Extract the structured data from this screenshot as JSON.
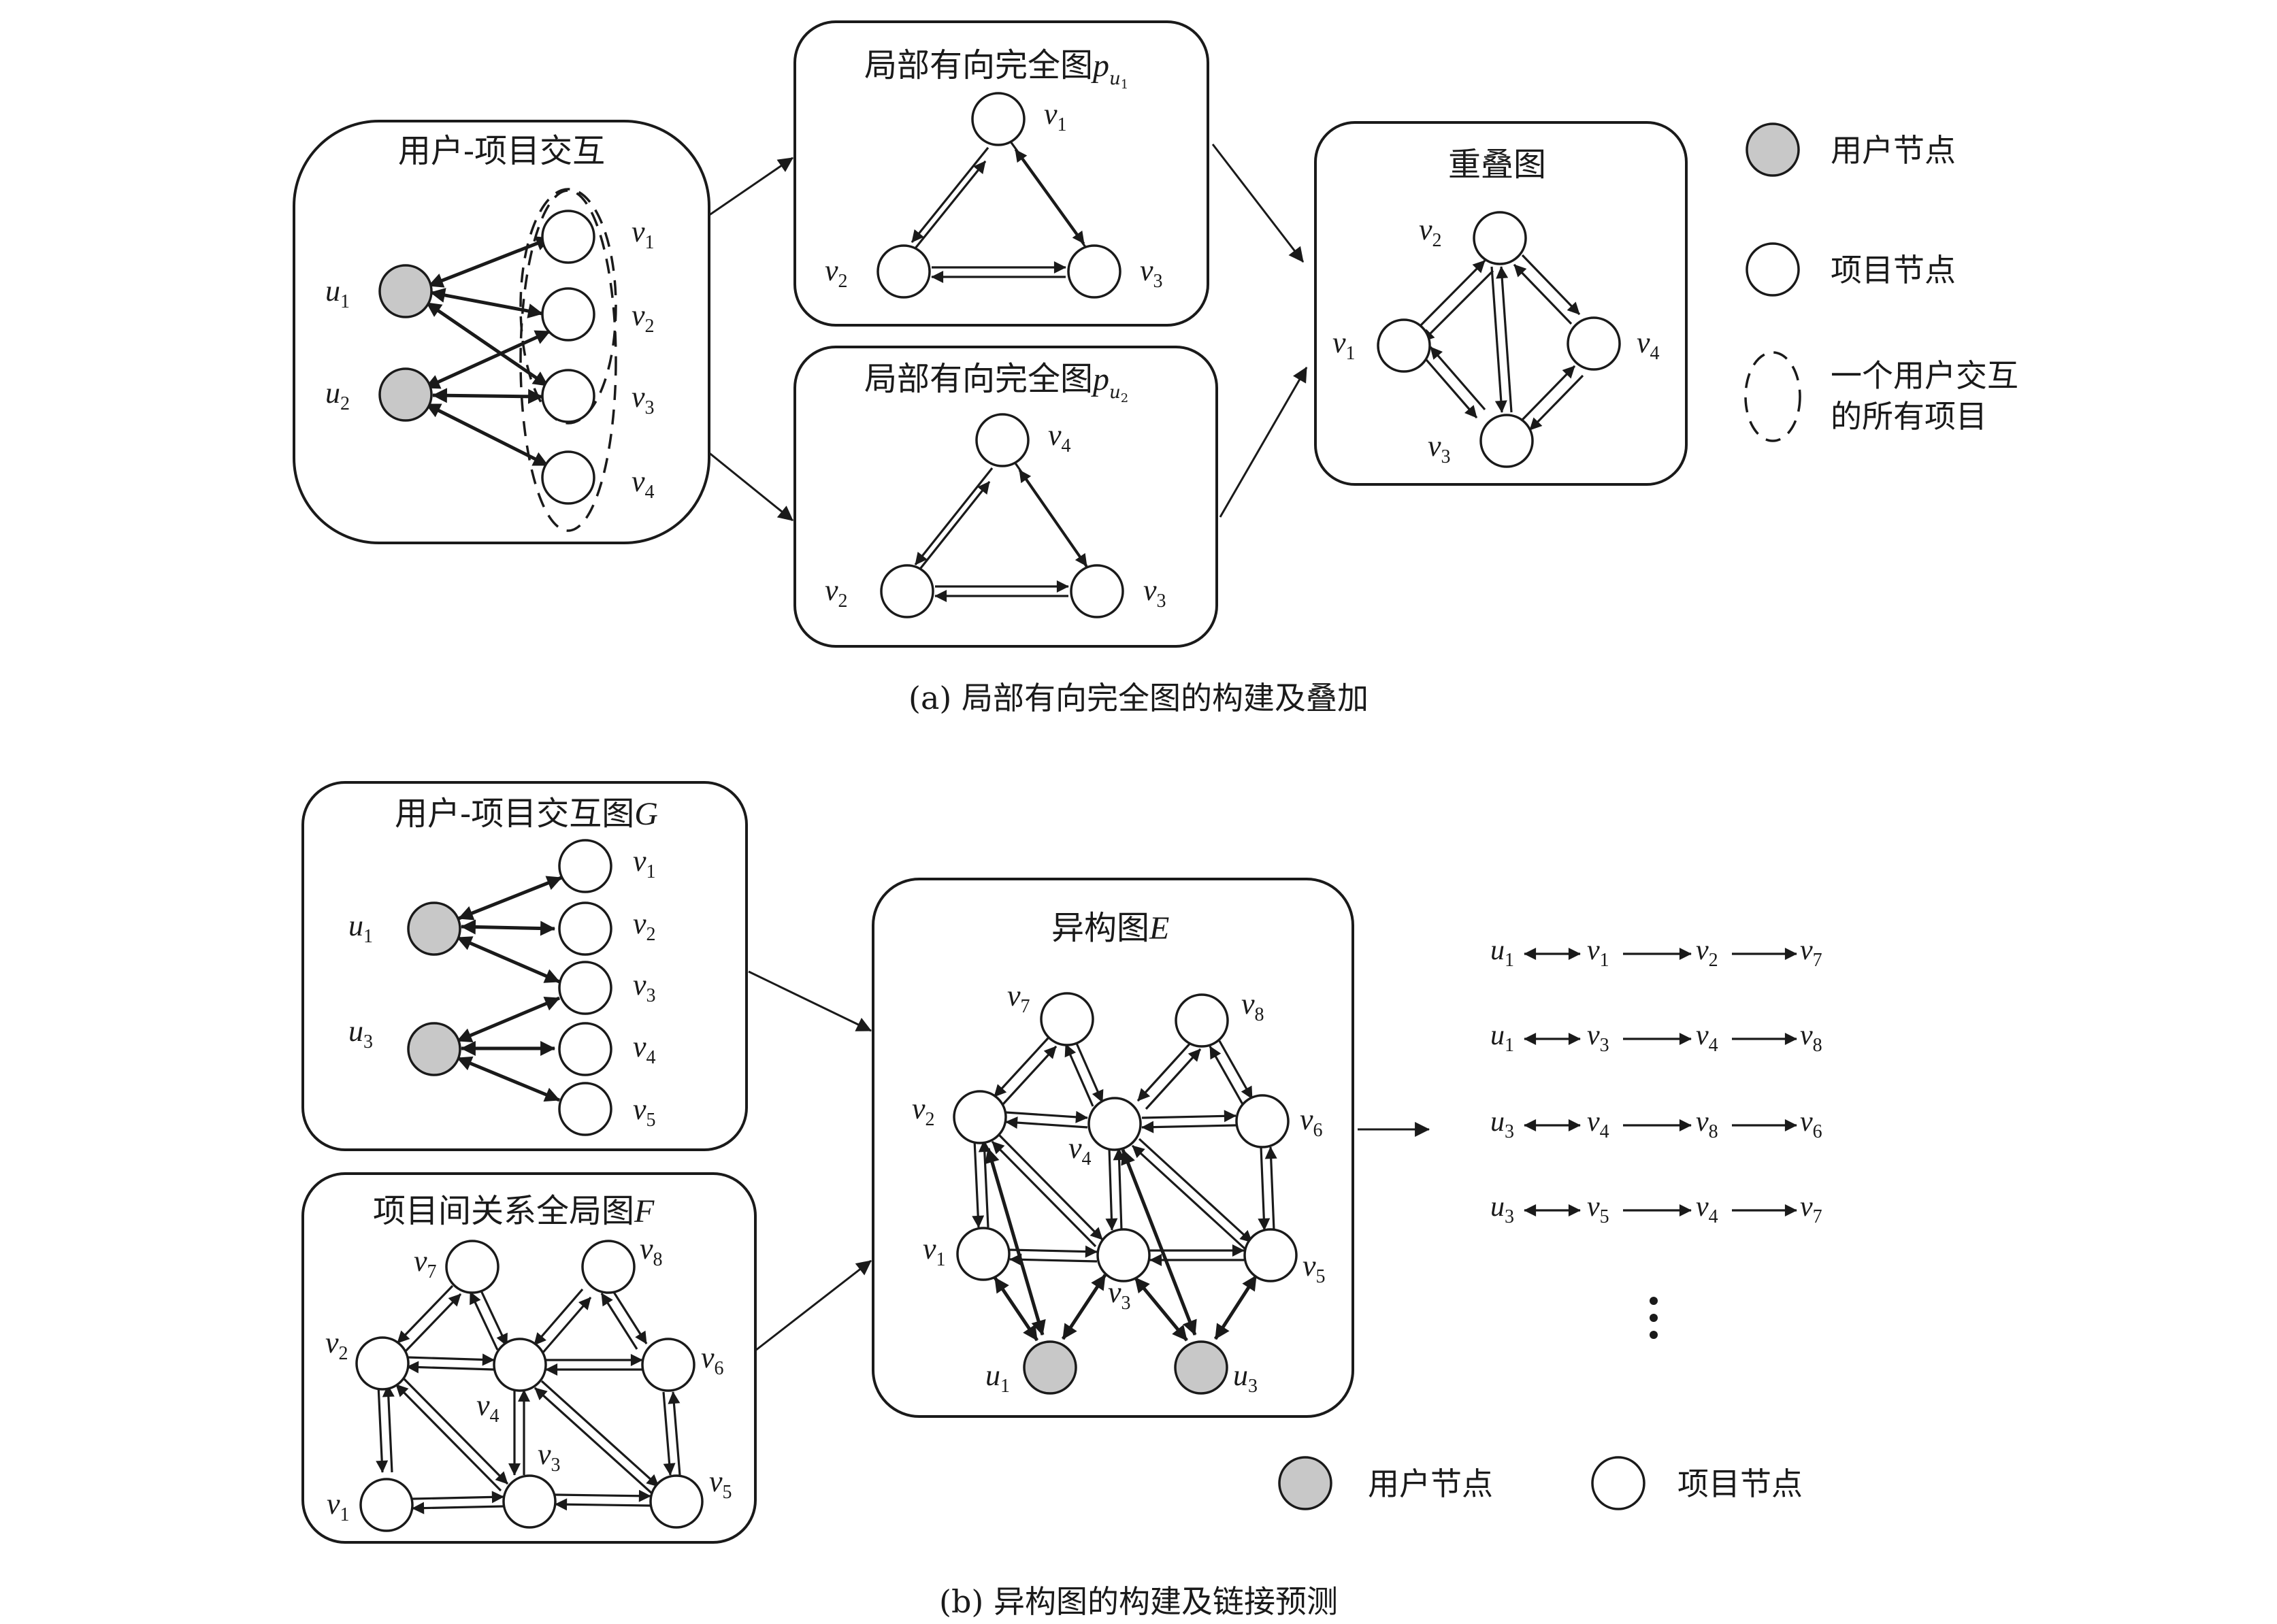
{
  "colors": {
    "user_node": "#c8c8c8",
    "item_node": "#ffffff",
    "ink": "#1a1a1a"
  },
  "part_a": {
    "interaction_title": "用户-项目交互",
    "local_graph_title": "局部有向完全图",
    "local_graph_symbol": "p",
    "local_graph_subscripts": [
      "u1",
      "u2"
    ],
    "overlap_title": "重叠图",
    "legend": {
      "user_node": "用户节点",
      "item_node": "项目节点",
      "oval_line1": "一个用户交互",
      "oval_line2": "的所有项目"
    },
    "caption": "(a)  局部有向完全图的构建及叠加"
  },
  "part_b": {
    "interaction_graph_title": "用户-项目交互图",
    "interaction_graph_symbol": "G",
    "global_graph_title": "项目间关系全局图",
    "global_graph_symbol": "F",
    "hetero_graph_title": "异构图",
    "hetero_graph_symbol": "E",
    "legend": {
      "user_node": "用户节点",
      "item_node": "项目节点"
    },
    "sequences": [
      [
        "u1",
        "v1",
        "v2",
        "v7"
      ],
      [
        "u1",
        "v3",
        "v4",
        "v8"
      ],
      [
        "u3",
        "v4",
        "v8",
        "v6"
      ],
      [
        "u3",
        "v5",
        "v4",
        "v7"
      ]
    ],
    "ellipsis": "⋮",
    "caption": "(b)  异构图的构建及链接预测"
  }
}
